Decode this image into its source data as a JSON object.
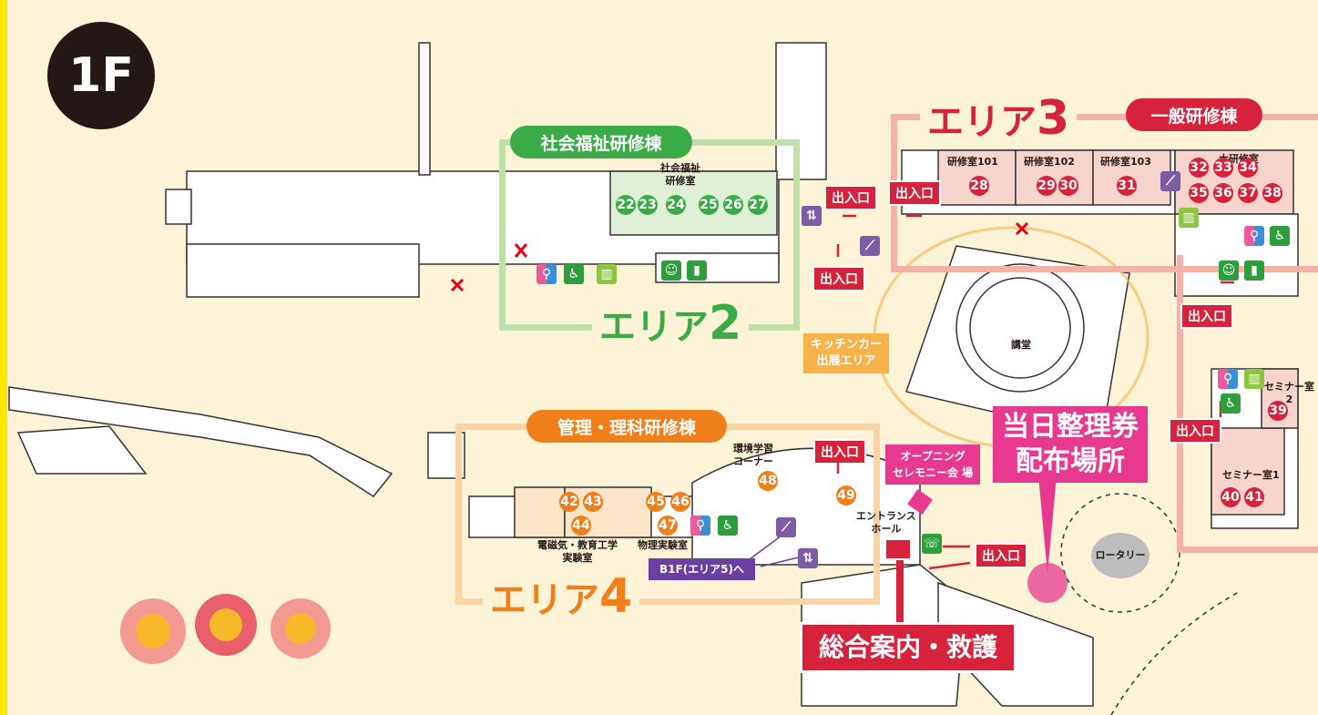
{
  "floor": "1F",
  "areas": {
    "area2": {
      "title": "エリア",
      "num": "2",
      "building": "社会福祉研修棟",
      "color": "#3aab47",
      "frame": "#bfe0a6"
    },
    "area3": {
      "title": "エリア",
      "num": "3",
      "building": "一般研修棟",
      "color": "#d6223a",
      "frame": "#f3b2a8"
    },
    "area4": {
      "title": "エリア",
      "num": "4",
      "building": "管理・理科研修棟",
      "color": "#ef7f1a",
      "frame": "#fcd3a3"
    }
  },
  "rooms": {
    "welfare": "社会福祉\n研修室",
    "r101": "研修室101",
    "r102": "研修室102",
    "r103": "研修室103",
    "large": "大研修室",
    "auditorium": "講堂",
    "seminar2": "セミナー室\n2",
    "seminar1": "セミナー室1",
    "env": "環境学習\nコーナー",
    "elec": "電磁気・教育工学\n実験室",
    "phys": "物理実験室",
    "entrance": "エントランス\nホール",
    "rotary": "ロータリー"
  },
  "numbers": {
    "area2": [
      "22",
      "23",
      "24",
      "25",
      "26",
      "27"
    ],
    "area3": [
      "28",
      "29",
      "30",
      "31",
      "32",
      "33",
      "34",
      "35",
      "36",
      "37",
      "38",
      "39",
      "40",
      "41"
    ],
    "area4": [
      "42",
      "43",
      "44",
      "45",
      "46",
      "47",
      "48",
      "49"
    ]
  },
  "labels": {
    "exit": "出入口",
    "kitchen": "キッチンカー\n出展エリア",
    "opening": "オープニング\nセレモニー会 場",
    "ticket": "当日整理券\n配布場所",
    "info": "総合案内・救護",
    "b1f": "B1F(エリア5)へ"
  },
  "colors": {
    "background": "#fdf3d6",
    "red": "#d6223a",
    "pink": "#e6398f",
    "purple": "#6b3fa0",
    "kitchen": "#f7b24a"
  },
  "icons": [
    "restroom-icon",
    "wheelchair-icon",
    "baby-care-icon",
    "nursing-room-icon",
    "elevator-icon",
    "stairs-icon",
    "phone-icon",
    "no-entry-icon",
    "flower-icon"
  ]
}
